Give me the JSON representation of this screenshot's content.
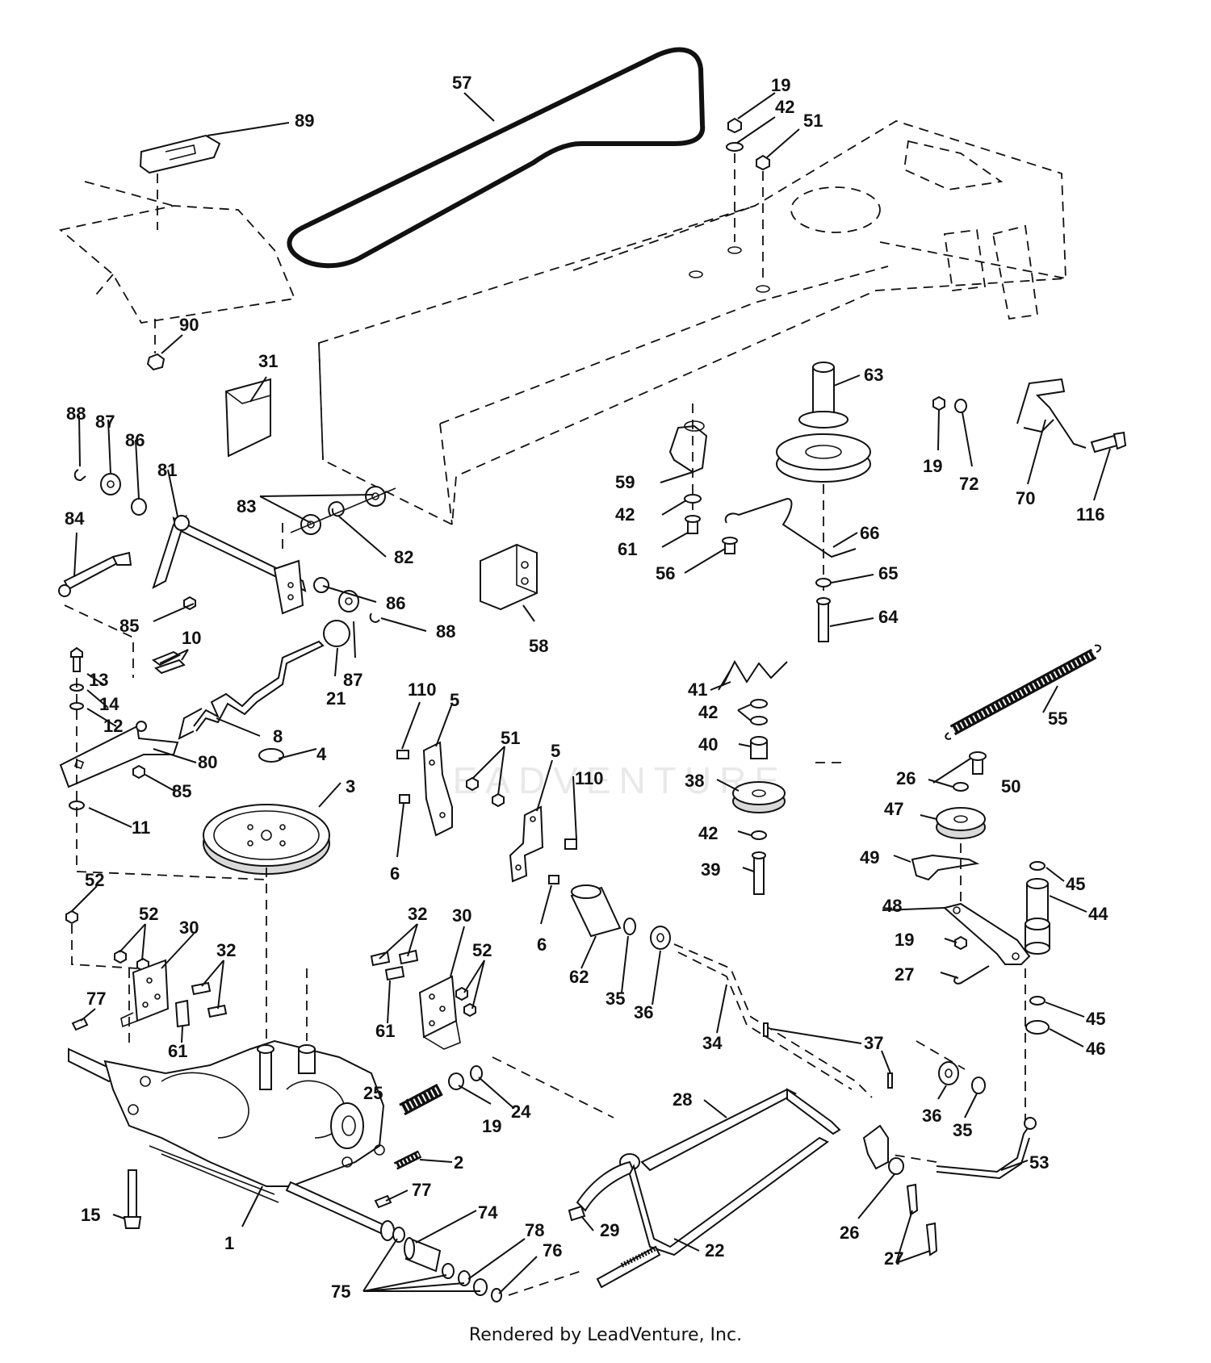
{
  "credit": "Rendered by LeadVenture, Inc.",
  "watermark": "LEADVENTURE",
  "callouts": [
    {
      "id": "57",
      "label": "57"
    },
    {
      "id": "89",
      "label": "89"
    },
    {
      "id": "19a",
      "label": "19"
    },
    {
      "id": "42a",
      "label": "42"
    },
    {
      "id": "51a",
      "label": "51"
    },
    {
      "id": "90",
      "label": "90"
    },
    {
      "id": "31",
      "label": "31"
    },
    {
      "id": "63",
      "label": "63"
    },
    {
      "id": "19b",
      "label": "19"
    },
    {
      "id": "72",
      "label": "72"
    },
    {
      "id": "70",
      "label": "70"
    },
    {
      "id": "116",
      "label": "116"
    },
    {
      "id": "88a",
      "label": "88"
    },
    {
      "id": "87a",
      "label": "87"
    },
    {
      "id": "86a",
      "label": "86"
    },
    {
      "id": "81",
      "label": "81"
    },
    {
      "id": "84",
      "label": "84"
    },
    {
      "id": "83",
      "label": "83"
    },
    {
      "id": "82",
      "label": "82"
    },
    {
      "id": "59",
      "label": "59"
    },
    {
      "id": "42b",
      "label": "42"
    },
    {
      "id": "61a",
      "label": "61"
    },
    {
      "id": "56",
      "label": "56"
    },
    {
      "id": "66",
      "label": "66"
    },
    {
      "id": "65",
      "label": "65"
    },
    {
      "id": "64",
      "label": "64"
    },
    {
      "id": "85a",
      "label": "85"
    },
    {
      "id": "86b",
      "label": "86"
    },
    {
      "id": "88b",
      "label": "88"
    },
    {
      "id": "87b",
      "label": "87"
    },
    {
      "id": "58",
      "label": "58"
    },
    {
      "id": "10",
      "label": "10"
    },
    {
      "id": "21",
      "label": "21"
    },
    {
      "id": "13",
      "label": "13"
    },
    {
      "id": "14",
      "label": "14"
    },
    {
      "id": "12",
      "label": "12"
    },
    {
      "id": "8",
      "label": "8"
    },
    {
      "id": "80",
      "label": "80"
    },
    {
      "id": "85b",
      "label": "85"
    },
    {
      "id": "11",
      "label": "11"
    },
    {
      "id": "41",
      "label": "41"
    },
    {
      "id": "42c",
      "label": "42"
    },
    {
      "id": "40",
      "label": "40"
    },
    {
      "id": "38",
      "label": "38"
    },
    {
      "id": "42d",
      "label": "42"
    },
    {
      "id": "39",
      "label": "39"
    },
    {
      "id": "55",
      "label": "55"
    },
    {
      "id": "4",
      "label": "4"
    },
    {
      "id": "3",
      "label": "3"
    },
    {
      "id": "110a",
      "label": "110"
    },
    {
      "id": "5a",
      "label": "5"
    },
    {
      "id": "51b",
      "label": "51"
    },
    {
      "id": "5b",
      "label": "5"
    },
    {
      "id": "110b",
      "label": "110"
    },
    {
      "id": "6a",
      "label": "6"
    },
    {
      "id": "6b",
      "label": "6"
    },
    {
      "id": "26a",
      "label": "26"
    },
    {
      "id": "50",
      "label": "50"
    },
    {
      "id": "47",
      "label": "47"
    },
    {
      "id": "49",
      "label": "49"
    },
    {
      "id": "45a",
      "label": "45"
    },
    {
      "id": "44",
      "label": "44"
    },
    {
      "id": "48",
      "label": "48"
    },
    {
      "id": "19c",
      "label": "19"
    },
    {
      "id": "27a",
      "label": "27"
    },
    {
      "id": "45b",
      "label": "45"
    },
    {
      "id": "46",
      "label": "46"
    },
    {
      "id": "52a",
      "label": "52"
    },
    {
      "id": "52b",
      "label": "52"
    },
    {
      "id": "30a",
      "label": "30"
    },
    {
      "id": "32a",
      "label": "32"
    },
    {
      "id": "77a",
      "label": "77"
    },
    {
      "id": "61b",
      "label": "61"
    },
    {
      "id": "32b",
      "label": "32"
    },
    {
      "id": "30b",
      "label": "30"
    },
    {
      "id": "52c",
      "label": "52"
    },
    {
      "id": "61c",
      "label": "61"
    },
    {
      "id": "62",
      "label": "62"
    },
    {
      "id": "35a",
      "label": "35"
    },
    {
      "id": "36a",
      "label": "36"
    },
    {
      "id": "34",
      "label": "34"
    },
    {
      "id": "37",
      "label": "37"
    },
    {
      "id": "25",
      "label": "25"
    },
    {
      "id": "19d",
      "label": "19"
    },
    {
      "id": "24",
      "label": "24"
    },
    {
      "id": "2",
      "label": "2"
    },
    {
      "id": "28",
      "label": "28"
    },
    {
      "id": "36b",
      "label": "36"
    },
    {
      "id": "35b",
      "label": "35"
    },
    {
      "id": "53",
      "label": "53"
    },
    {
      "id": "15",
      "label": "15"
    },
    {
      "id": "1",
      "label": "1"
    },
    {
      "id": "77b",
      "label": "77"
    },
    {
      "id": "74",
      "label": "74"
    },
    {
      "id": "29",
      "label": "29"
    },
    {
      "id": "22",
      "label": "22"
    },
    {
      "id": "26b",
      "label": "26"
    },
    {
      "id": "27b",
      "label": "27"
    },
    {
      "id": "78",
      "label": "78"
    },
    {
      "id": "76",
      "label": "76"
    },
    {
      "id": "75",
      "label": "75"
    }
  ]
}
